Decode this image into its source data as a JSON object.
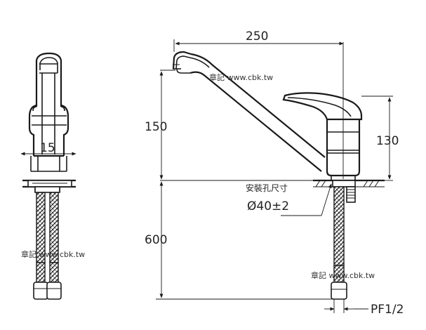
{
  "dimensions": {
    "spout_reach": "250",
    "spout_height": "150",
    "body_height": "130",
    "hose_length": "600",
    "side_width": "15",
    "mount_hole_label": "安裝孔尺寸",
    "mount_hole_size": "Ø40±2",
    "thread": "PF1/2"
  },
  "watermarks": {
    "spout": "章記 www.cbk.tw",
    "side_hose": "章記 www.cbk.tw",
    "front_hose": "章記 www.cbk.tw"
  },
  "colors": {
    "line": "#1a1a1a",
    "text": "#222222",
    "background": "#ffffff"
  }
}
